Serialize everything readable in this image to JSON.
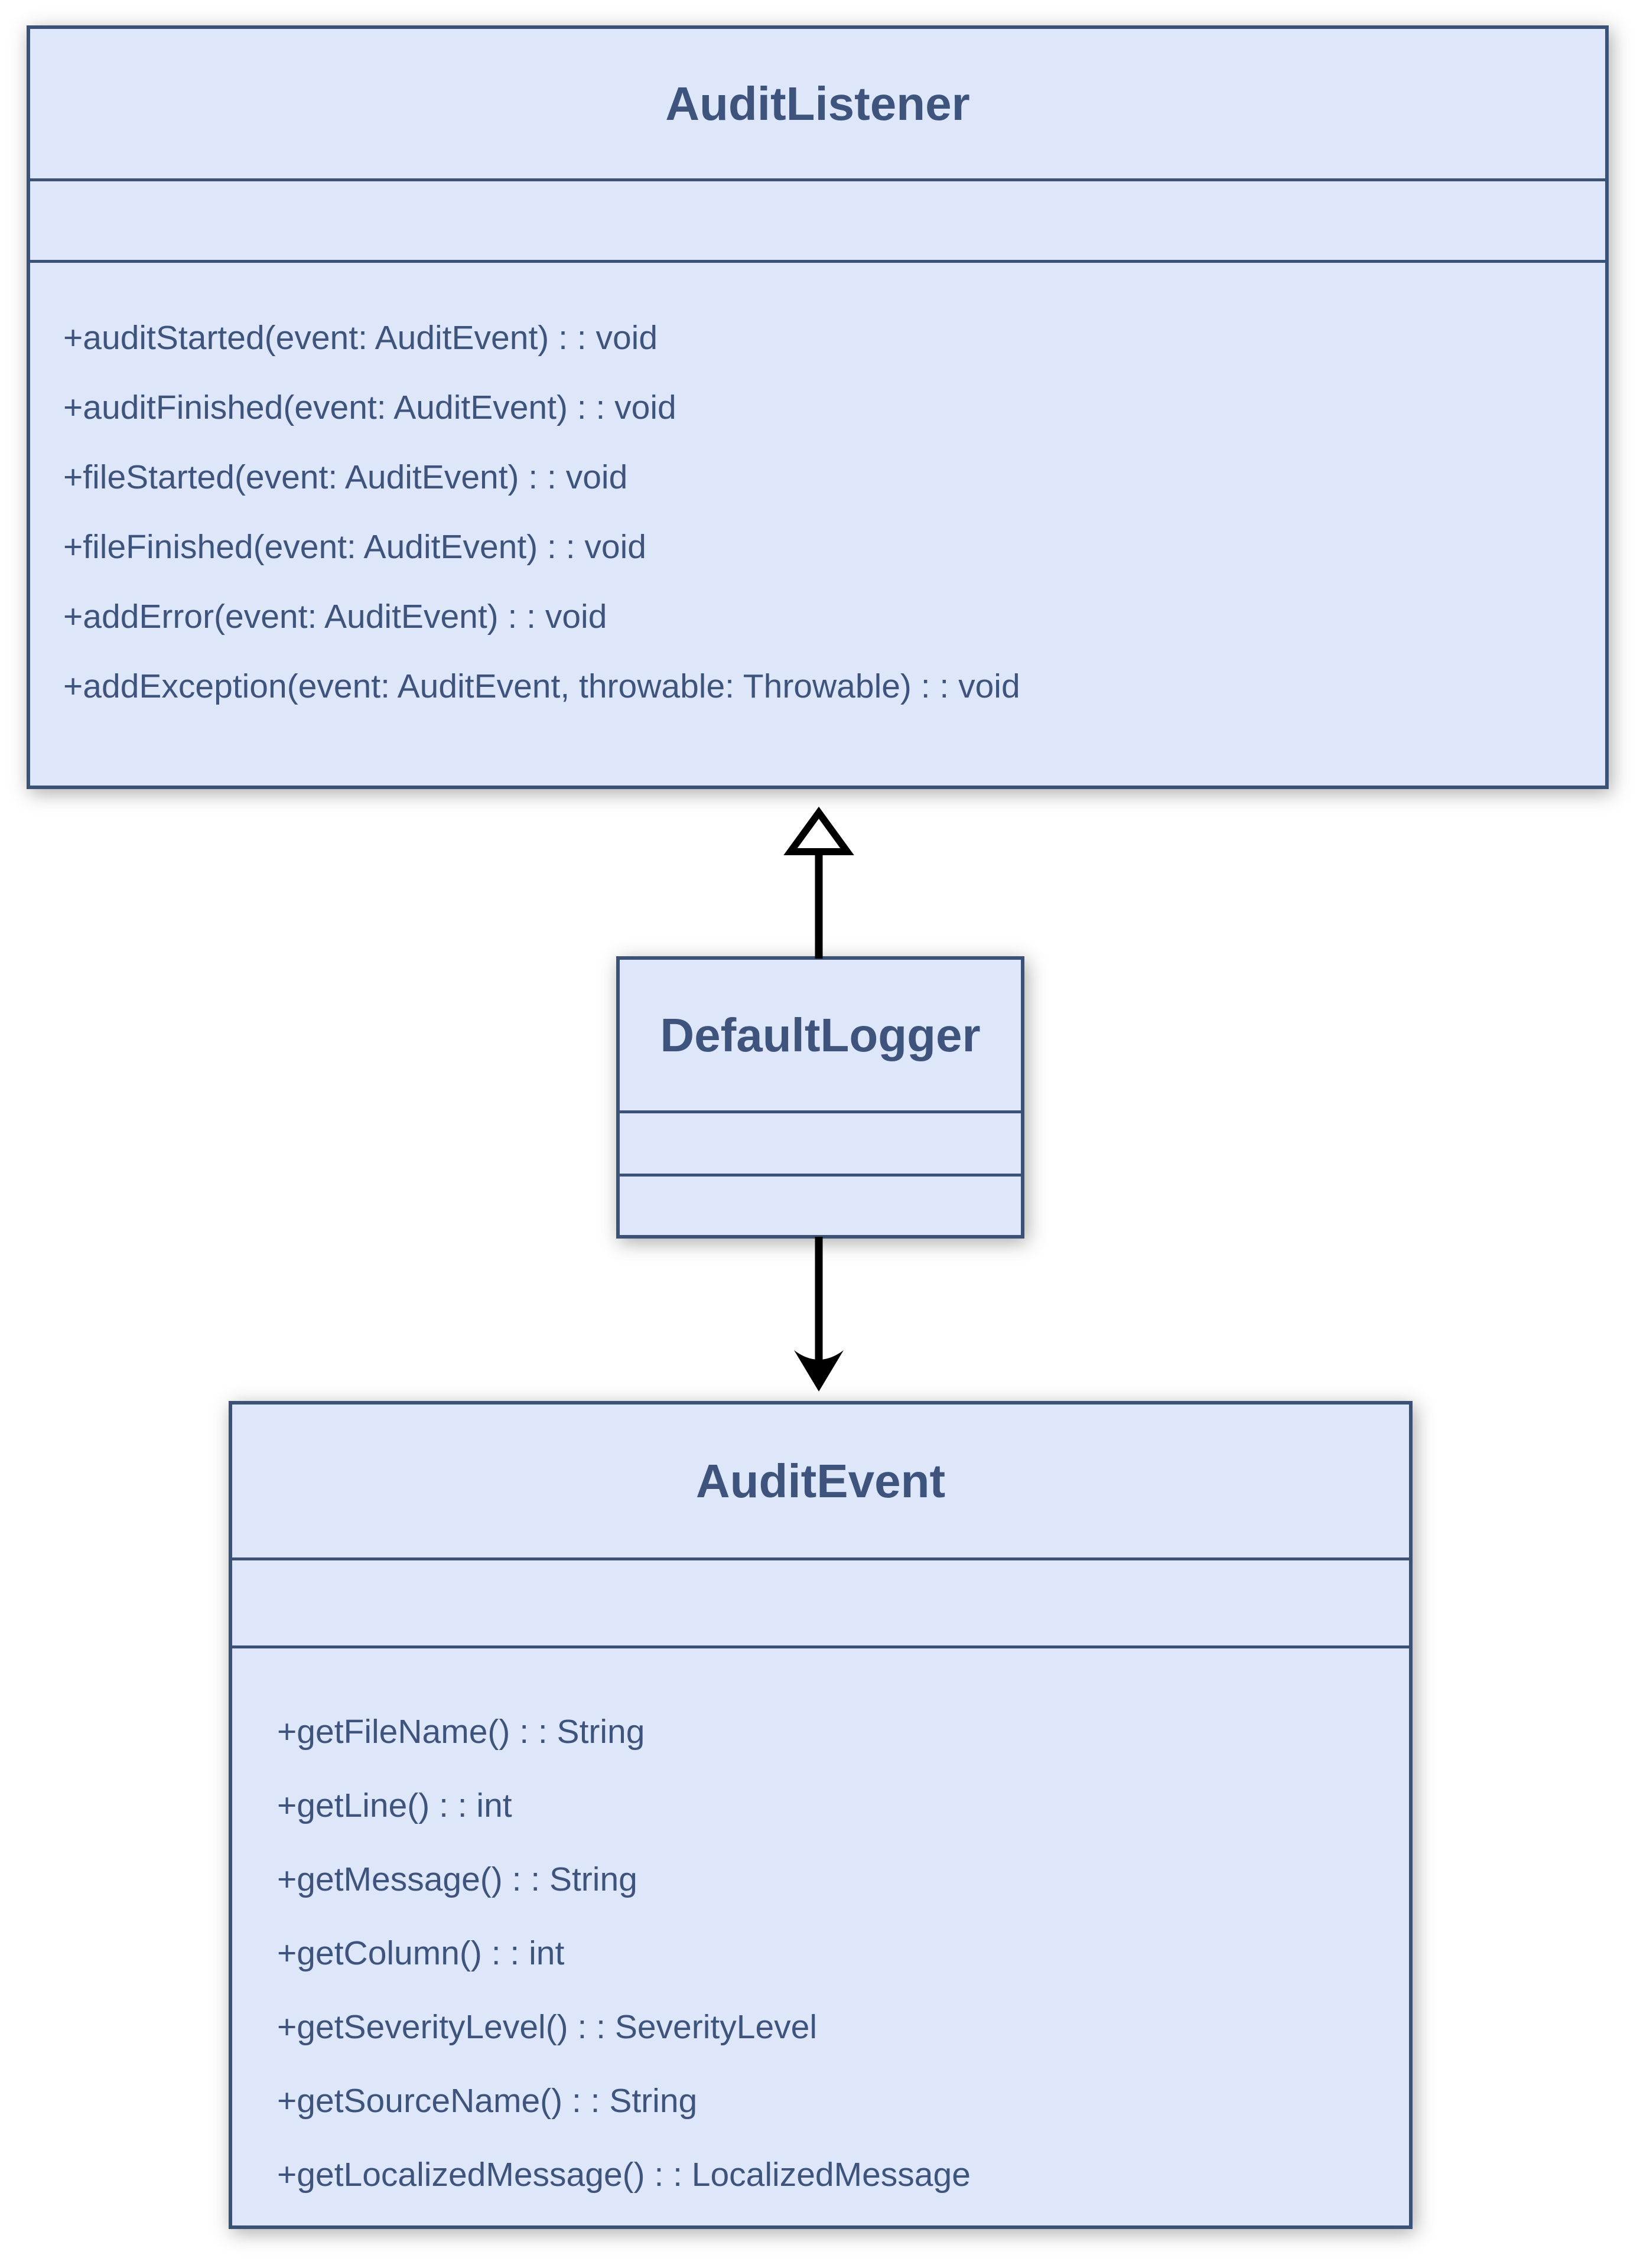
{
  "diagram": {
    "type": "uml-class-diagram",
    "colors": {
      "background": "#ffffff",
      "node_fill": "#dde7f9",
      "node_border": "#3b5176",
      "node_text": "#3e547c",
      "connector": "#000000"
    },
    "classes": [
      {
        "name": "AuditListener",
        "attributes": [],
        "methods": [
          "+auditStarted(event: AuditEvent) : : void",
          "+auditFinished(event: AuditEvent) : : void",
          "+fileStarted(event: AuditEvent) : : void",
          "+fileFinished(event: AuditEvent) : : void",
          "+addError(event: AuditEvent) : : void",
          "+addException(event: AuditEvent, throwable: Throwable) : : void"
        ]
      },
      {
        "name": "DefaultLogger",
        "attributes": [],
        "methods": []
      },
      {
        "name": "AuditEvent",
        "attributes": [],
        "methods": [
          "+getFileName() : : String",
          "+getLine() : : int",
          "+getMessage() : : String",
          "+getColumn() : : int",
          "+getSeverityLevel() : : SeverityLevel",
          "+getSourceName() : : String",
          "+getLocalizedMessage() : : LocalizedMessage"
        ]
      }
    ],
    "relationships": [
      {
        "from": "DefaultLogger",
        "to": "AuditListener",
        "type": "realization",
        "arrowhead": "hollow-triangle-up"
      },
      {
        "from": "DefaultLogger",
        "to": "AuditEvent",
        "type": "directed-association",
        "arrowhead": "filled-arrow-down"
      }
    ]
  }
}
